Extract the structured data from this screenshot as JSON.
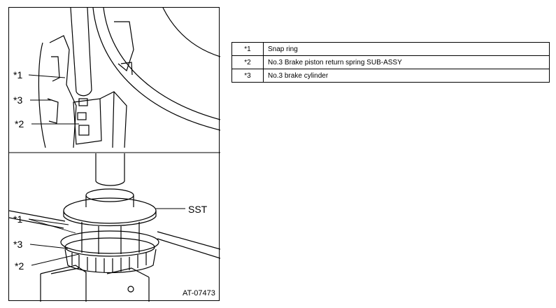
{
  "figure": {
    "top_callouts": [
      "*1",
      "*3",
      "*2"
    ],
    "bottom_callouts": [
      "*1",
      "*3",
      "*2"
    ],
    "sst_label": "SST",
    "code": "AT-07473"
  },
  "legend": [
    {
      "key": "*1",
      "text": "Snap ring"
    },
    {
      "key": "*2",
      "text": "No.3 Brake piston return spring SUB-ASSY"
    },
    {
      "key": "*3",
      "text": "No.3 brake cylinder"
    }
  ]
}
